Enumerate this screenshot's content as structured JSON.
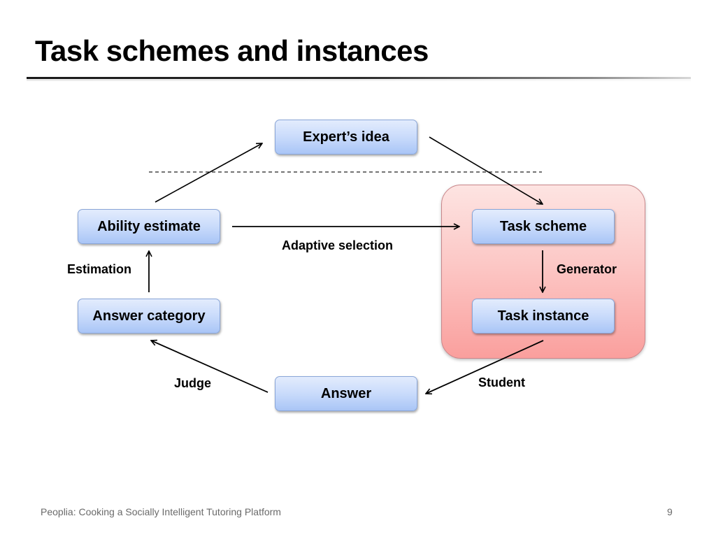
{
  "slide": {
    "title": "Task schemes and instances"
  },
  "diagram": {
    "nodes": {
      "expert_idea": "Expert’s idea",
      "ability_estimate": "Ability estimate",
      "task_scheme": "Task scheme",
      "answer_category": "Answer category",
      "task_instance": "Task instance",
      "answer": "Answer"
    },
    "edge_labels": {
      "adaptive_selection": "Adaptive selection",
      "estimation": "Estimation",
      "generator": "Generator",
      "judge": "Judge",
      "student": "Student"
    },
    "colors": {
      "node_fill_top": "#e3ecfd",
      "node_fill_bottom": "#a9c5f6",
      "group_fill_top": "#fde4e2",
      "group_fill_bottom": "#fa9f9d"
    }
  },
  "footer": {
    "text": "Peoplia: Cooking a Socially Intelligent Tutoring Platform",
    "page_number": "9"
  }
}
